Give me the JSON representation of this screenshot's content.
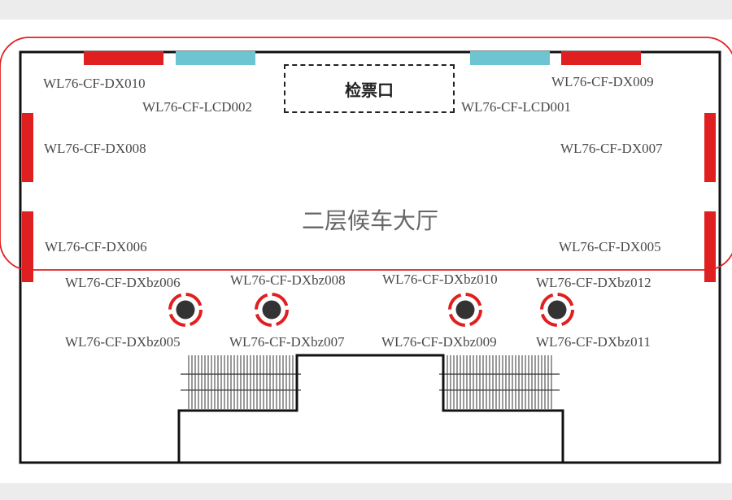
{
  "title": "二层候车大厅",
  "ticket_gate": "检票口",
  "accent_color": "#e02020",
  "lcd_color": "#6cc5d1",
  "labels": {
    "dx010": "WL76-CF-DX010",
    "dx009": "WL76-CF-DX009",
    "lcd002": "WL76-CF-LCD002",
    "lcd001": "WL76-CF-LCD001",
    "dx008": "WL76-CF-DX008",
    "dx007": "WL76-CF-DX007",
    "dx006": "WL76-CF-DX006",
    "dx005": "WL76-CF-DX005",
    "bz006": "WL76-CF-DXbz006",
    "bz008": "WL76-CF-DXbz008",
    "bz010": "WL76-CF-DXbz010",
    "bz012": "WL76-CF-DXbz012",
    "bz005": "WL76-CF-DXbz005",
    "bz007": "WL76-CF-DXbz007",
    "bz009": "WL76-CF-DXbz009",
    "bz011": "WL76-CF-DXbz011"
  }
}
